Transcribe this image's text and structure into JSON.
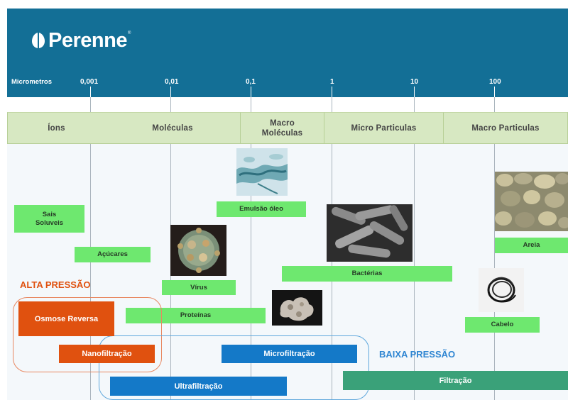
{
  "brand": {
    "name": "Perenne",
    "logo_icon": "perenne-leaf-icon"
  },
  "scale": {
    "unit_label": "Micrometros",
    "ticks": [
      "0,001",
      "0,01",
      "0,1",
      "1",
      "10",
      "100"
    ]
  },
  "bands": {
    "ions": "Íons",
    "moleculas": "Moléculas",
    "macro_moleculas_1": "Macro",
    "macro_moleculas_2": "Moléculas",
    "micro_particulas": "Micro Particulas",
    "macro_particulas": "Macro Particulas"
  },
  "particles": {
    "sais_1": "Sais",
    "sais_2": "Soluveis",
    "acucares": "Açúcares",
    "virus": "Vírus",
    "proteinas": "Proteínas",
    "emulsao": "Emulsão óleo",
    "bacterias": "Bactérias",
    "areia": "Areia",
    "cabelo": "Cabelo"
  },
  "pressure": {
    "alta": "ALTA PRESSÃO",
    "baixa": "BAIXA PRESSÃO",
    "alta_color": "#e0510f",
    "baixa_color": "#2f86d2"
  },
  "processes": {
    "osmose": "Osmose Reversa",
    "nano": "Nanofiltração",
    "micro": "Microfiltração",
    "ultra": "Ultrafiltração",
    "filtracao": "Filtração"
  },
  "colors": {
    "header": "#136f96",
    "particle_green": "#6ee86f",
    "orange": "#e0510f",
    "blue": "#1479c8",
    "teal": "#3aa179"
  }
}
